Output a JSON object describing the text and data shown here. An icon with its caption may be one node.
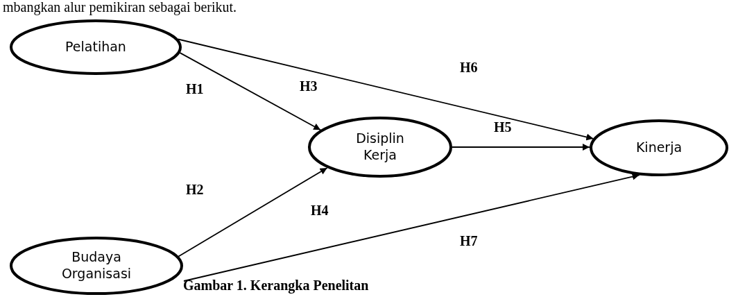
{
  "diagram": {
    "caption": "Gambar 1. Kerangka Penelitan",
    "nodes": [
      {
        "text": [
          "Pelatihan"
        ]
      },
      {
        "text": [
          "Disiplin Kerja"
        ]
      },
      {
        "text": [
          "Kinerja"
        ]
      },
      {
        "text": [
          "Budaya Organisasi"
        ]
      }
    ],
    "edges": [
      {
        "from": 0,
        "to": 1,
        "arrow": "to"
      },
      {
        "from": 0,
        "to": 2,
        "arrow": "to"
      },
      {
        "from": 1,
        "to": 2,
        "arrow": "to"
      },
      {
        "from": 3,
        "to": 1,
        "arrow": "to"
      },
      {
        "from": 3,
        "to": 2,
        "arrow": "to"
      }
    ],
    "labels": [
      "mbangkan alur pemikiran sebagai berikut.",
      "H6",
      "H1",
      "H3",
      "H5",
      "H2",
      "H4",
      "H7"
    ]
  }
}
